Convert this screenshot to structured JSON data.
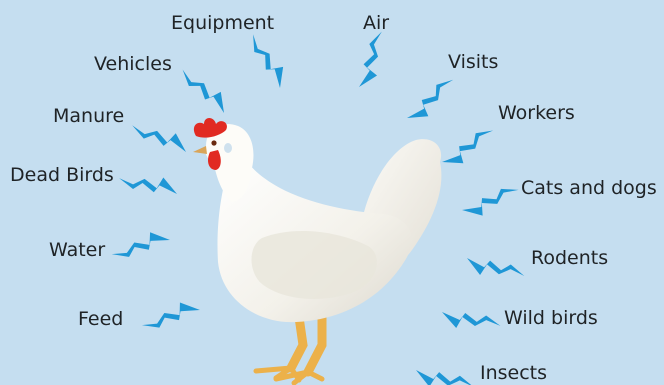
{
  "diagram": {
    "colors": {
      "background": "#c5def0",
      "arrow": "#1f97d6",
      "hen": "#f7f6f2",
      "comb": "#e12a22",
      "legs": "#ecb14a"
    },
    "subject": "chicken-hen",
    "sources": [
      {
        "id": "equipment",
        "label": "Equipment"
      },
      {
        "id": "air",
        "label": "Air"
      },
      {
        "id": "vehicles",
        "label": "Vehicles"
      },
      {
        "id": "visits",
        "label": "Visits"
      },
      {
        "id": "manure",
        "label": "Manure"
      },
      {
        "id": "workers",
        "label": "Workers"
      },
      {
        "id": "dead-birds",
        "label": "Dead Birds"
      },
      {
        "id": "cats-and-dogs",
        "label": "Cats and dogs"
      },
      {
        "id": "water",
        "label": "Water"
      },
      {
        "id": "rodents",
        "label": "Rodents"
      },
      {
        "id": "feed",
        "label": "Feed"
      },
      {
        "id": "wild-birds",
        "label": "Wild birds"
      },
      {
        "id": "insects",
        "label": "Insects"
      }
    ]
  }
}
